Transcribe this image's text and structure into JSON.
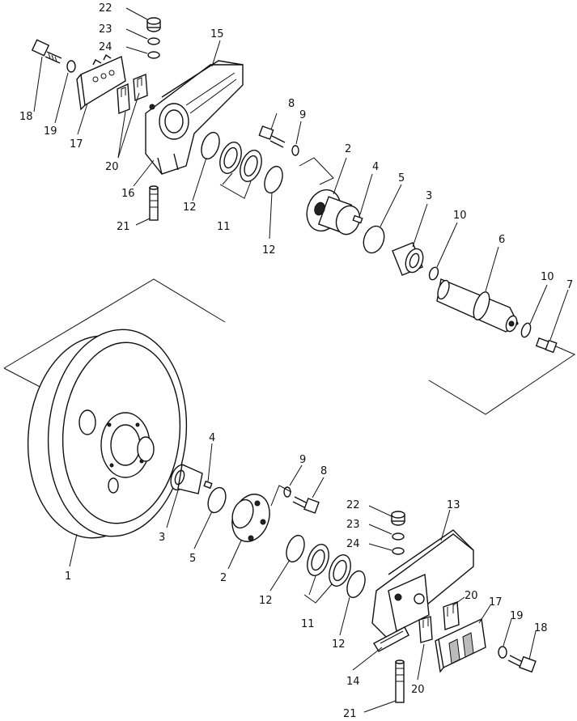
{
  "callouts": [
    {
      "id": "c1",
      "label": "1"
    },
    {
      "id": "c2a",
      "label": "2"
    },
    {
      "id": "c2b",
      "label": "2"
    },
    {
      "id": "c3a",
      "label": "3"
    },
    {
      "id": "c3b",
      "label": "3"
    },
    {
      "id": "c4a",
      "label": "4"
    },
    {
      "id": "c4b",
      "label": "4"
    },
    {
      "id": "c5a",
      "label": "5"
    },
    {
      "id": "c5b",
      "label": "5"
    },
    {
      "id": "c6",
      "label": "6"
    },
    {
      "id": "c7",
      "label": "7"
    },
    {
      "id": "c8a",
      "label": "8"
    },
    {
      "id": "c8b",
      "label": "8"
    },
    {
      "id": "c9a",
      "label": "9"
    },
    {
      "id": "c9b",
      "label": "9"
    },
    {
      "id": "c10a",
      "label": "10"
    },
    {
      "id": "c10b",
      "label": "10"
    },
    {
      "id": "c11a",
      "label": "11"
    },
    {
      "id": "c11b",
      "label": "11"
    },
    {
      "id": "c12a",
      "label": "12"
    },
    {
      "id": "c12b",
      "label": "12"
    },
    {
      "id": "c12c",
      "label": "12"
    },
    {
      "id": "c12d",
      "label": "12"
    },
    {
      "id": "c13",
      "label": "13"
    },
    {
      "id": "c14",
      "label": "14"
    },
    {
      "id": "c15",
      "label": "15"
    },
    {
      "id": "c16",
      "label": "16"
    },
    {
      "id": "c17a",
      "label": "17"
    },
    {
      "id": "c17b",
      "label": "17"
    },
    {
      "id": "c18a",
      "label": "18"
    },
    {
      "id": "c18b",
      "label": "18"
    },
    {
      "id": "c19a",
      "label": "19"
    },
    {
      "id": "c19b",
      "label": "19"
    },
    {
      "id": "c20a",
      "label": "20"
    },
    {
      "id": "c20b",
      "label": "20"
    },
    {
      "id": "c21a",
      "label": "21"
    },
    {
      "id": "c21b",
      "label": "21"
    },
    {
      "id": "c22a",
      "label": "22"
    },
    {
      "id": "c22b",
      "label": "22"
    },
    {
      "id": "c23a",
      "label": "23"
    },
    {
      "id": "c23b",
      "label": "23"
    },
    {
      "id": "c24a",
      "label": "24"
    },
    {
      "id": "c24b",
      "label": "24"
    }
  ]
}
